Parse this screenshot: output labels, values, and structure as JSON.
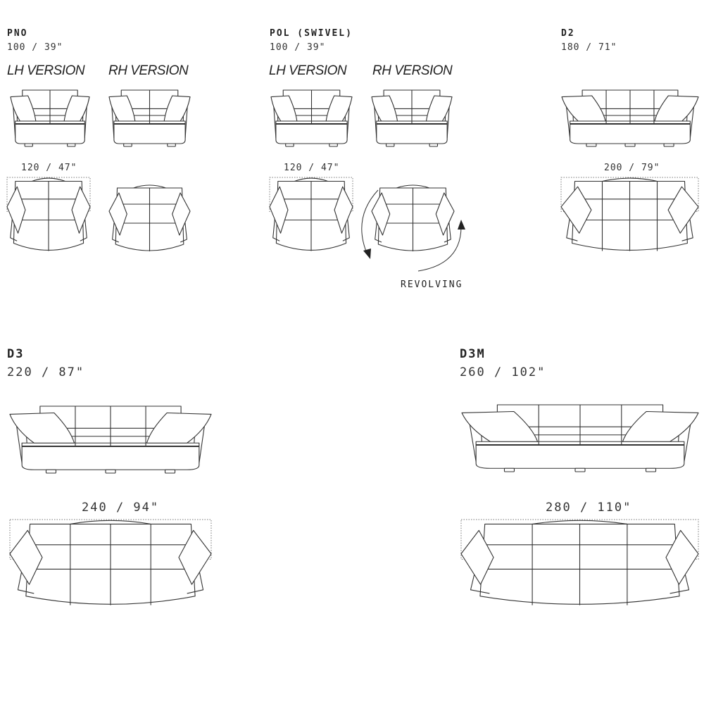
{
  "models": {
    "pno": {
      "code": "PNO",
      "size": "100 / 39\"",
      "lh": "LH VERSION",
      "rh": "RH VERSION",
      "depth": "120 / 47\""
    },
    "pol": {
      "code": "POL (SWIVEL)",
      "size": "100 / 39\"",
      "lh": "LH VERSION",
      "rh": "RH VERSION",
      "depth": "120 / 47\"",
      "revolving": "REVOLVING"
    },
    "d2": {
      "code": "D2",
      "size": "180 / 71\"",
      "depth": "200 / 79\""
    },
    "d3": {
      "code": "D3",
      "size": "220 / 87\"",
      "depth": "240 / 94\""
    },
    "d3m": {
      "code": "D3M",
      "size": "260 / 102\"",
      "depth": "280 / 110\""
    }
  },
  "colors": {
    "line": "#333333",
    "dotted": "#777777"
  }
}
